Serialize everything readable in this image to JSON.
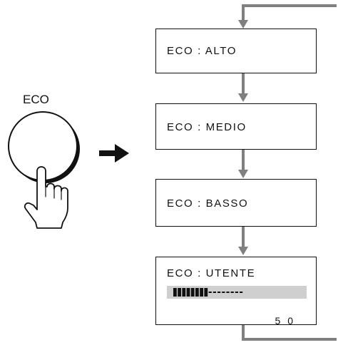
{
  "button": {
    "label": "ECO"
  },
  "modes": [
    {
      "label": "ECO : ALTO"
    },
    {
      "label": "ECO : MEDIO"
    },
    {
      "label": "ECO : BASSO"
    },
    {
      "label": "ECO : UTENTE"
    }
  ],
  "user_level": {
    "value": "5 0",
    "fraction": 0.5
  },
  "colors": {
    "line": "#111111",
    "connector": "#808080",
    "track": "#cfcfcf"
  }
}
